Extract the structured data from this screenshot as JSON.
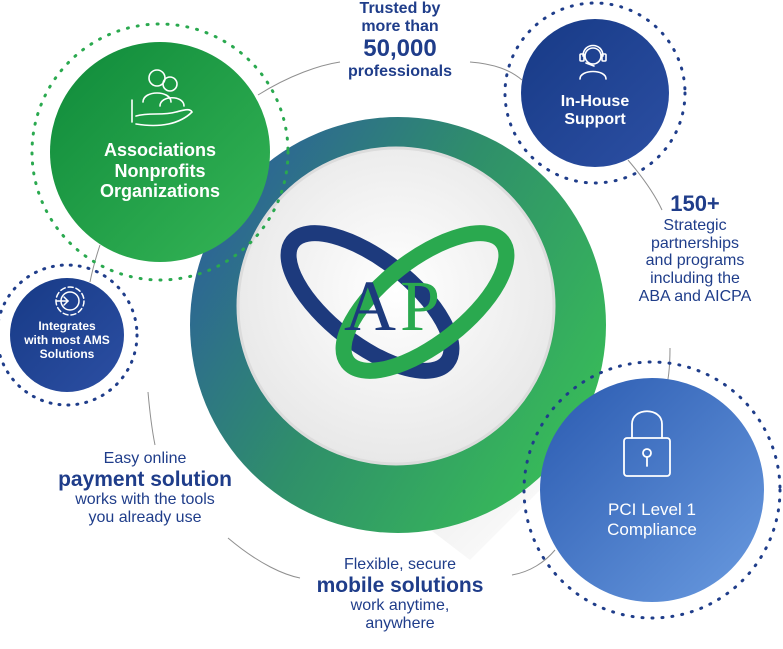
{
  "logo": {
    "letter_a": "A",
    "letter_p": "P"
  },
  "features": {
    "associations": {
      "lines": [
        "Associations",
        "Nonprofits",
        "Organizations"
      ]
    },
    "support": {
      "lines": [
        "In-House",
        "Support"
      ]
    },
    "integrates": {
      "lines": [
        "Integrates",
        "with most AMS",
        "Solutions"
      ]
    },
    "pci": {
      "lines": [
        "PCI Level 1",
        "Compliance"
      ]
    }
  },
  "callouts": {
    "trusted": {
      "pre1": "Trusted by",
      "pre2": "more than",
      "highlight": "50,000",
      "post1": "professionals"
    },
    "partnerships": {
      "highlight": "150+",
      "l1": "Strategic",
      "l2": "partnerships",
      "l3": "and programs",
      "l4": "including the",
      "l5": "ABA and AICPA"
    },
    "payment": {
      "pre1": "Easy online",
      "highlight": "payment solution",
      "post1": "works with the tools",
      "post2": "you already use"
    },
    "mobile": {
      "pre1": "Flexible, secure",
      "highlight": "mobile solutions",
      "post1": "work anytime,",
      "post2": "anywhere"
    }
  },
  "colors": {
    "green": "#2aa94f",
    "navy": "#1f3d8a",
    "blue": "#2f5fb0",
    "lightblue": "#5b8fd6"
  }
}
